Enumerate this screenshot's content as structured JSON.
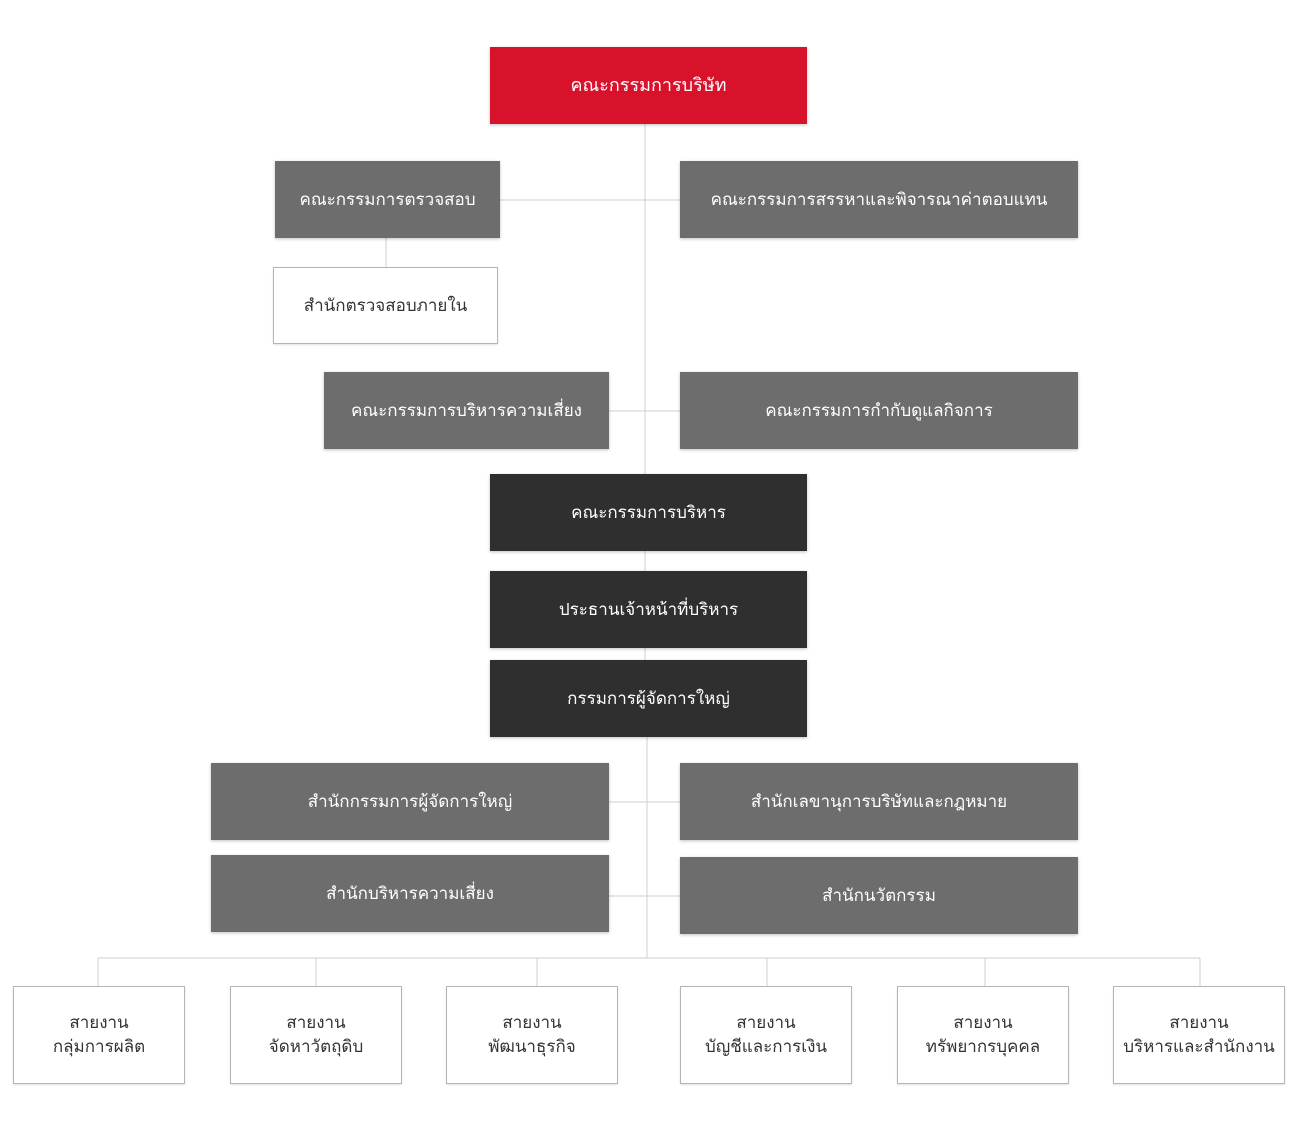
{
  "board": "คณะกรรมการบริษัท",
  "audit_committee": "คณะกรรมการตรวจสอบ",
  "nomination_committee": "คณะกรรมการสรรหาและพิจารณาค่าตอบแทน",
  "internal_audit": "สำนักตรวจสอบภายใน",
  "risk_committee": "คณะกรรมการบริหารความเสี่ยง",
  "governance_committee": "คณะกรรมการกำกับดูแลกิจการ",
  "executive_committee": "คณะกรรมการบริหาร",
  "ceo": "ประธานเจ้าหน้าที่บริหาร",
  "president": "กรรมการผู้จัดการใหญ่",
  "president_office": "สำนักกรรมการผู้จัดการใหญ่",
  "secretary_office": "สำนักเลขานุการบริษัทและกฎหมาย",
  "risk_office": "สำนักบริหารความเสี่ยง",
  "innovation_office": "สำนักนวัตกรรม",
  "divisions": [
    {
      "line1": "สายงาน",
      "line2": "กลุ่มการผลิต"
    },
    {
      "line1": "สายงาน",
      "line2": "จัดหาวัตถุดิบ"
    },
    {
      "line1": "สายงาน",
      "line2": "พัฒนาธุรกิจ"
    },
    {
      "line1": "สายงาน",
      "line2": "บัญชีและการเงิน"
    },
    {
      "line1": "สายงาน",
      "line2": "ทรัพยากรบุคคล"
    },
    {
      "line1": "สายงาน",
      "line2": "บริหารและสำนักงาน"
    }
  ],
  "colors": {
    "board": "#d9122b",
    "committee": "#6d6d6d",
    "executive": "#2f2f2f",
    "unit": "#ffffff"
  }
}
